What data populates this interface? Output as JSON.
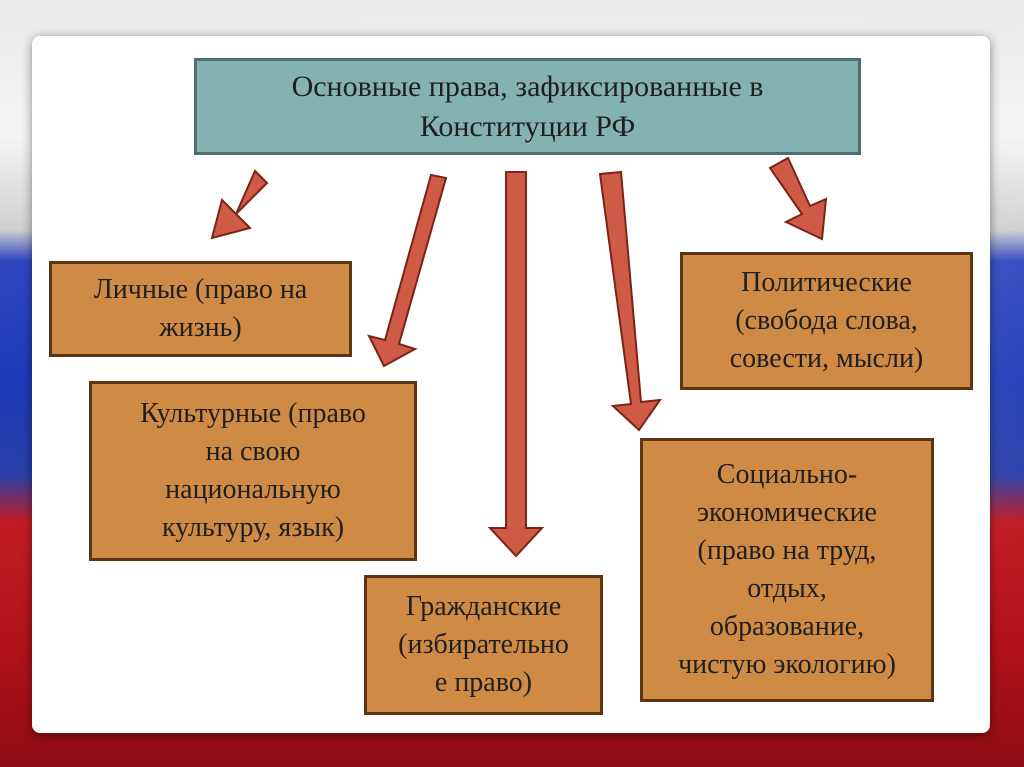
{
  "title": "Основные права, зафиксированные в\nКонституции РФ",
  "categories": [
    {
      "id": "personal",
      "text": "Личные (право на\nжизнь)"
    },
    {
      "id": "cultural",
      "text": "Культурные (право\nна свою\nнациональную\nкультуру, язык)"
    },
    {
      "id": "civil",
      "text": "Гражданские\n(избирательно\nе право)"
    },
    {
      "id": "political",
      "text": "Политические\n(свобода слова,\nсовести, мысли)"
    },
    {
      "id": "social",
      "text": "Социально-\nэкономические\n(право на труд,\nотдых,\nобразование,\nчистую экологию)"
    }
  ],
  "colors": {
    "title_fill": "#84b2b0",
    "category_fill": "#cf8b46",
    "arrow_fill": "#cf5a45",
    "arrow_stroke": "#7a2418"
  }
}
